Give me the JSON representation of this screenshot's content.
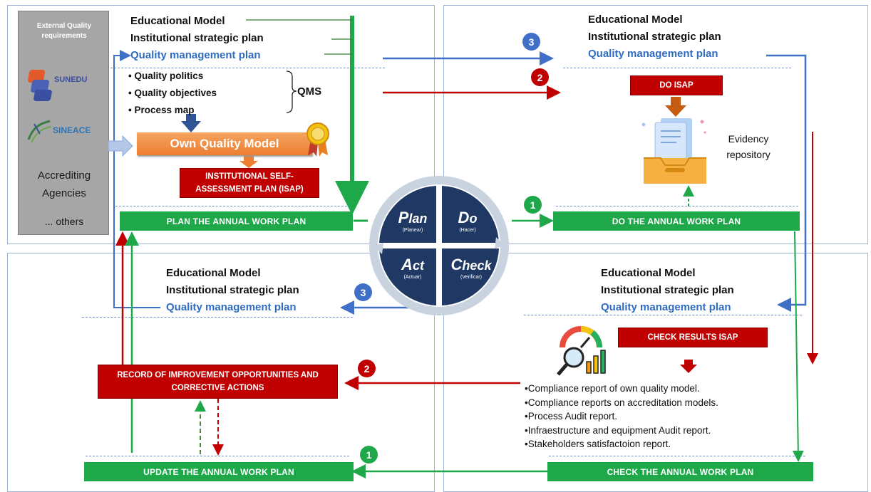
{
  "sidebar": {
    "title": "External Quality requirements",
    "logo1": "SUNEDU",
    "logo2": "SINEACE",
    "accrediting": "Accrediting Agencies",
    "others": "... others"
  },
  "plan_quadrant": {
    "line1": "Educational Model",
    "line2": "Institutional strategic plan",
    "line3": "Quality management plan",
    "bullets": [
      "• Quality politics",
      "• Quality objectives",
      "• Process map"
    ],
    "qms": "QMS",
    "own_model": "Own Quality Model",
    "isap": "INSTITUTIONAL SELF-ASSESSMENT PLAN (ISAP)",
    "bar": "PLAN THE ANNUAL WORK PLAN"
  },
  "do_quadrant": {
    "line1": "Educational Model",
    "line2": "Institutional strategic plan",
    "line3": "Quality management plan",
    "do_isap": "DO ISAP",
    "evidency": "Evidency repository",
    "bar": "DO THE ANNUAL WORK PLAN"
  },
  "act_quadrant": {
    "line1": "Educational Model",
    "line2": "Institutional strategic plan",
    "line3": "Quality management plan",
    "record": "RECORD OF IMPROVEMENT OPPORTUNITIES AND CORRECTIVE ACTIONS",
    "bar": "UPDATE THE ANNUAL WORK PLAN"
  },
  "check_quadrant": {
    "line1": "Educational Model",
    "line2": "Institutional strategic plan",
    "line3": "Quality management plan",
    "check_isap": "CHECK RESULTS ISAP",
    "reports": [
      "•Compliance report of own quality model.",
      "•Compliance reports on accreditation models.",
      "•Process Audit report.",
      "•Infraestructure and equipment Audit report.",
      "•Stakeholders satisfactoion report."
    ],
    "bar": "CHECK THE ANNUAL WORK PLAN"
  },
  "pdca": {
    "plan_cap": "P",
    "plan_rest": "lan",
    "plan_sub": "(Planear)",
    "do_cap": "D",
    "do_rest": "o",
    "do_sub": "(Hacer)",
    "act_cap": "A",
    "act_rest": "ct",
    "act_sub": "(Actuar)",
    "check_cap": "C",
    "check_rest": "heck",
    "check_sub": "(Verificar)"
  },
  "badges": {
    "top3": "3",
    "top2": "2",
    "top1": "1",
    "bot3": "3",
    "bot2": "2",
    "bot1": "1"
  },
  "colors": {
    "green": "#1fa84a",
    "red": "#c00000",
    "blue": "#3f6fc6",
    "orange": "#ed7d31",
    "navy": "#1f3864",
    "gray": "#a6a6a6"
  }
}
